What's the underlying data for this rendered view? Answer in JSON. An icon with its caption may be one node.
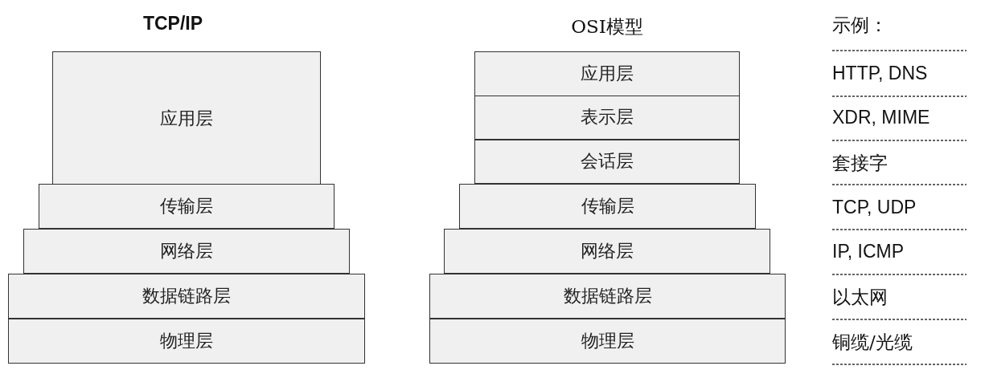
{
  "diagram": {
    "nodes": [
      {
        "text": [
          "应用层"
        ]
      },
      {
        "text": [
          "传输层"
        ]
      },
      {
        "text": [
          "网络层"
        ]
      },
      {
        "text": [
          "数据链路层"
        ]
      },
      {
        "text": [
          "物理层"
        ]
      },
      {
        "text": [
          "应用层"
        ]
      },
      {
        "text": [
          "表示层"
        ]
      },
      {
        "text": [
          "会话层"
        ]
      },
      {
        "text": [
          "传输层"
        ]
      },
      {
        "text": [
          "网络层"
        ]
      },
      {
        "text": [
          "数据链路层"
        ]
      },
      {
        "text": [
          "物理层"
        ]
      }
    ],
    "labels": [
      "TCP/IP",
      "OSI模型",
      "示例：",
      "HTTP, DNS",
      "XDR, MIME",
      "套接字",
      "TCP, UDP",
      "IP, ICMP",
      "以太网",
      "铜缆/光缆"
    ]
  }
}
